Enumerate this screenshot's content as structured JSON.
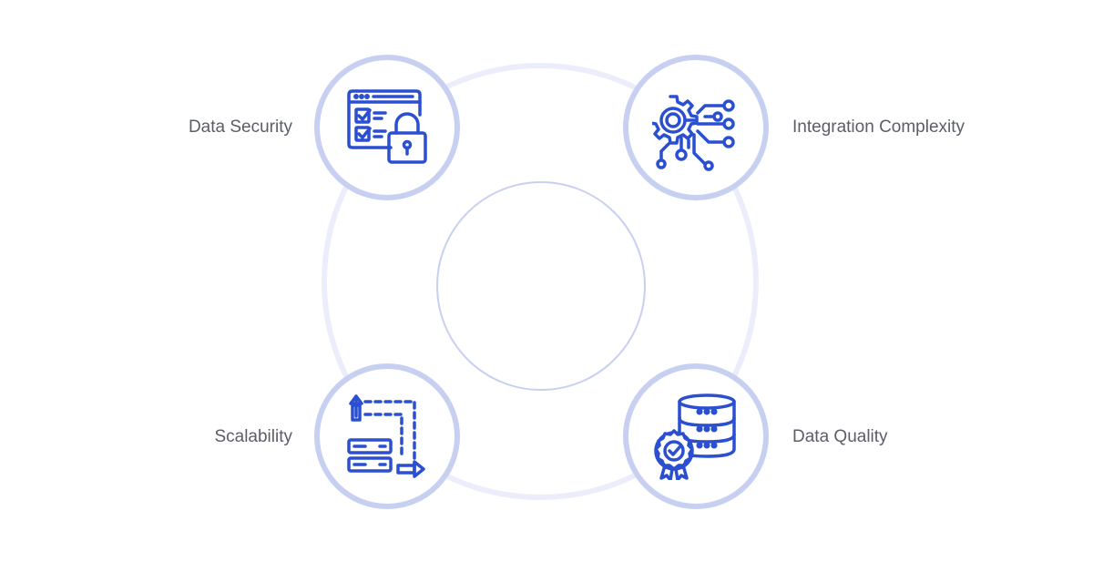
{
  "diagram": {
    "items": [
      {
        "label": "Data Security",
        "icon": "lock-checklist-icon"
      },
      {
        "label": "Integration Complexity",
        "icon": "gear-circuit-icon"
      },
      {
        "label": "Scalability",
        "icon": "server-scale-icon"
      },
      {
        "label": "Data Quality",
        "icon": "database-badge-icon"
      }
    ],
    "colors": {
      "icon_blue": "#2a4fd1",
      "node_ring": "#c8d0f2",
      "outer_ring": "#ebeefa",
      "label_text": "#5b5e66"
    }
  }
}
